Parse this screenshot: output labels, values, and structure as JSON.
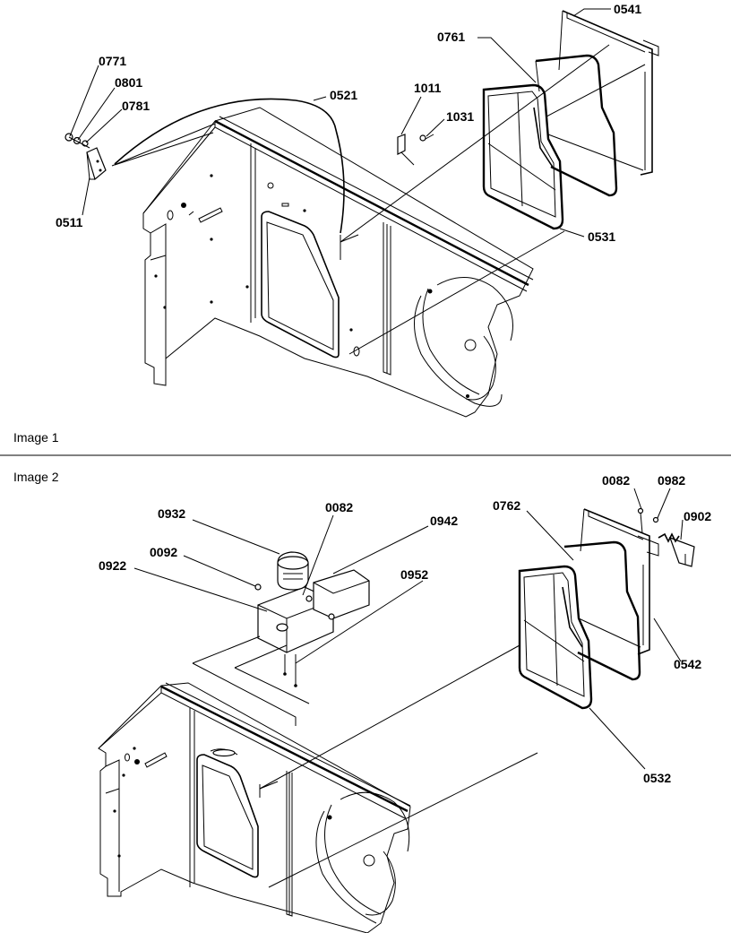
{
  "panel1": {
    "caption": "Image 1",
    "labels": {
      "p0541": "0541",
      "p0761": "0761",
      "p0771": "0771",
      "p0801": "0801",
      "p0781": "0781",
      "p0521": "0521",
      "p1011": "1011",
      "p1031": "1031",
      "p0511": "0511",
      "p0531": "0531"
    }
  },
  "panel2": {
    "caption": "Image 2",
    "labels": {
      "p0082a": "0082",
      "p0982": "0982",
      "p0902": "0902",
      "p0762": "0762",
      "p0932": "0932",
      "p0082b": "0082",
      "p0942": "0942",
      "p0092": "0092",
      "p0922": "0922",
      "p0952": "0952",
      "p0542": "0542",
      "p0532": "0532"
    }
  }
}
